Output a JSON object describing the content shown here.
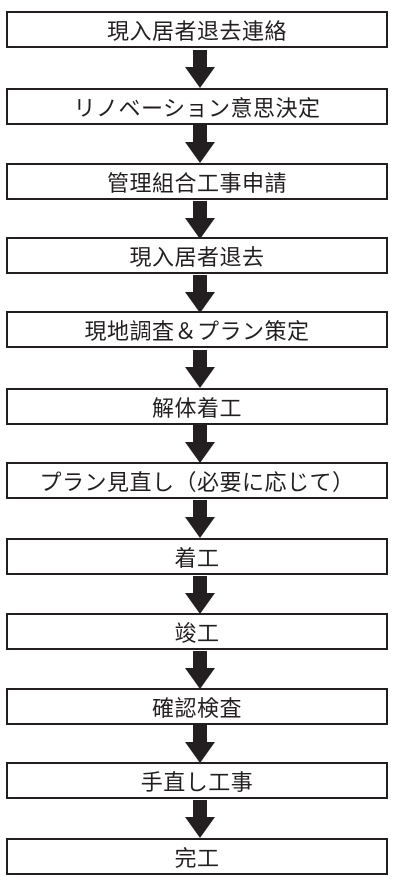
{
  "flow": {
    "steps": [
      "現入居者退去連絡",
      "リノベーション意思決定",
      "管理組合工事申請",
      "現入居者退去",
      "現地調査＆プラン策定",
      "解体着工",
      "プラン見直し（必要に応じて）",
      "着工",
      "竣工",
      "確認検査",
      "手直し工事",
      "完工"
    ],
    "arrow_color": "#231f20",
    "border_color": "#231f20"
  }
}
